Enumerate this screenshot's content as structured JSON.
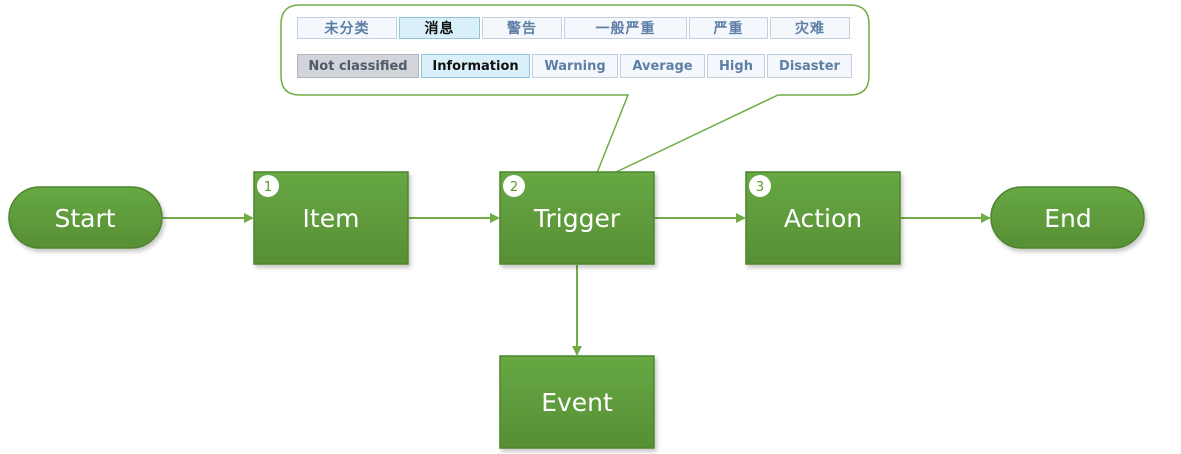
{
  "severity_tables": {
    "chinese": [
      "未分类",
      "消息",
      "警告",
      "一般严重",
      "严重",
      "灾难"
    ],
    "english": [
      "Not classified",
      "Information",
      "Warning",
      "Average",
      "High",
      "Disaster"
    ]
  },
  "flow": {
    "start": "Start",
    "item": "Item",
    "trigger": "Trigger",
    "action": "Action",
    "end": "End",
    "event": "Event"
  },
  "badges": {
    "item": "1",
    "trigger": "2",
    "action": "3"
  },
  "colors": {
    "node_fill": "#5d9b39",
    "node_stroke": "#4d852d",
    "arrow": "#70ad47",
    "callout_border": "#70ad47"
  }
}
